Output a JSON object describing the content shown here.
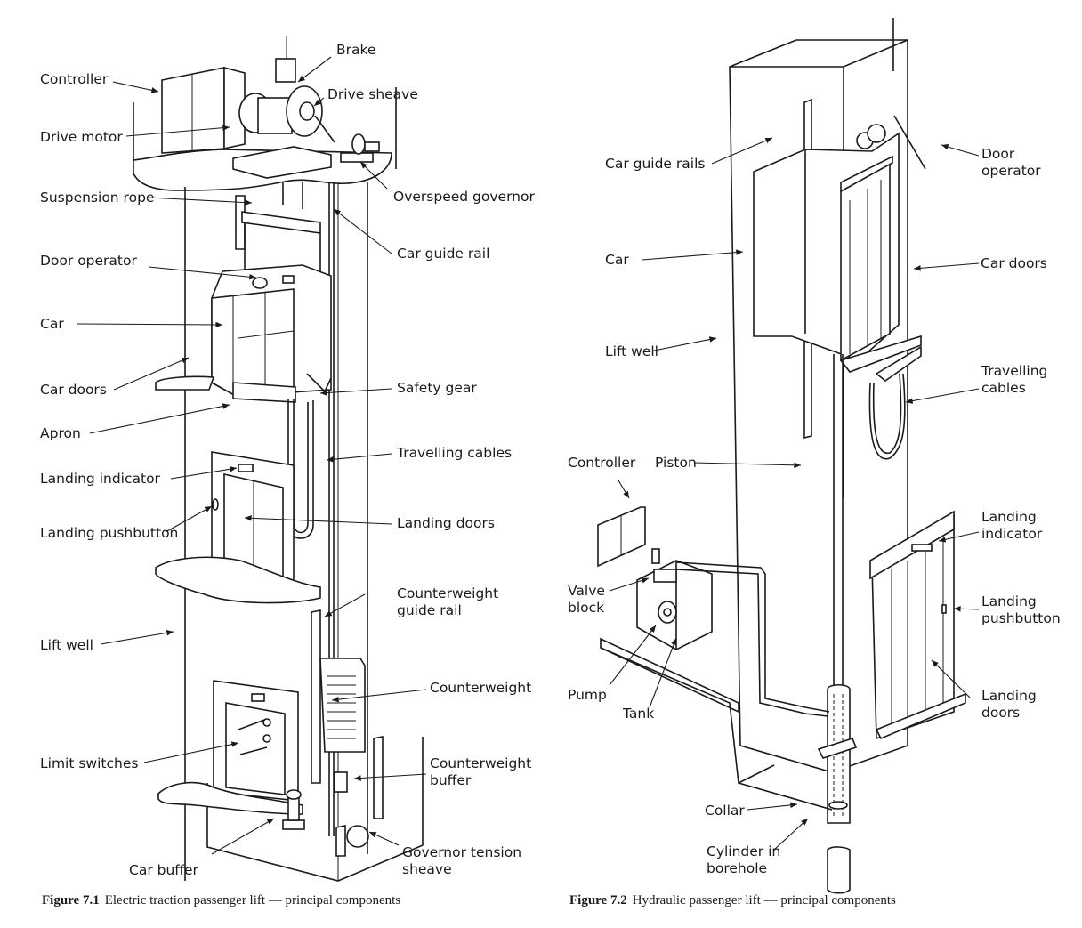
{
  "figures": [
    {
      "id": "fig-7-1",
      "number": "Figure 7.1",
      "caption": "Electric traction passenger lift — principal components",
      "labels": {
        "controller": "Controller",
        "brake": "Brake",
        "drive_sheave": "Drive sheave",
        "drive_motor": "Drive motor",
        "overspeed_governor": "Overspeed governor",
        "suspension_rope": "Suspension rope",
        "car_guide_rail": "Car guide rail",
        "door_operator": "Door operator",
        "car": "Car",
        "car_doors": "Car doors",
        "safety_gear": "Safety gear",
        "apron": "Apron",
        "travelling_cables": "Travelling cables",
        "landing_indicator": "Landing indicator",
        "landing_doors": "Landing doors",
        "landing_pushbutton": "Landing pushbutton",
        "counterweight_guide_rail": "Counterweight guide rail",
        "lift_well": "Lift well",
        "counterweight": "Counterweight",
        "limit_switches": "Limit switches",
        "counterweight_buffer": "Counterweight buffer",
        "governor_tension_sheave": "Governor tension sheave",
        "car_buffer": "Car buffer"
      }
    },
    {
      "id": "fig-7-2",
      "number": "Figure 7.2",
      "caption": "Hydraulic passenger lift — principal components",
      "labels": {
        "car_guide_rails": "Car guide rails",
        "door_operator": "Door operator",
        "car": "Car",
        "car_doors": "Car doors",
        "lift_well": "Lift well",
        "travelling_cables": "Travelling cables",
        "controller": "Controller",
        "piston": "Piston",
        "landing_indicator": "Landing indicator",
        "valve_block": "Valve block",
        "landing_pushbutton": "Landing pushbutton",
        "pump": "Pump",
        "tank": "Tank",
        "landing_doors": "Landing doors",
        "collar": "Collar",
        "cylinder_in_borehole": "Cylinder in borehole"
      }
    }
  ]
}
